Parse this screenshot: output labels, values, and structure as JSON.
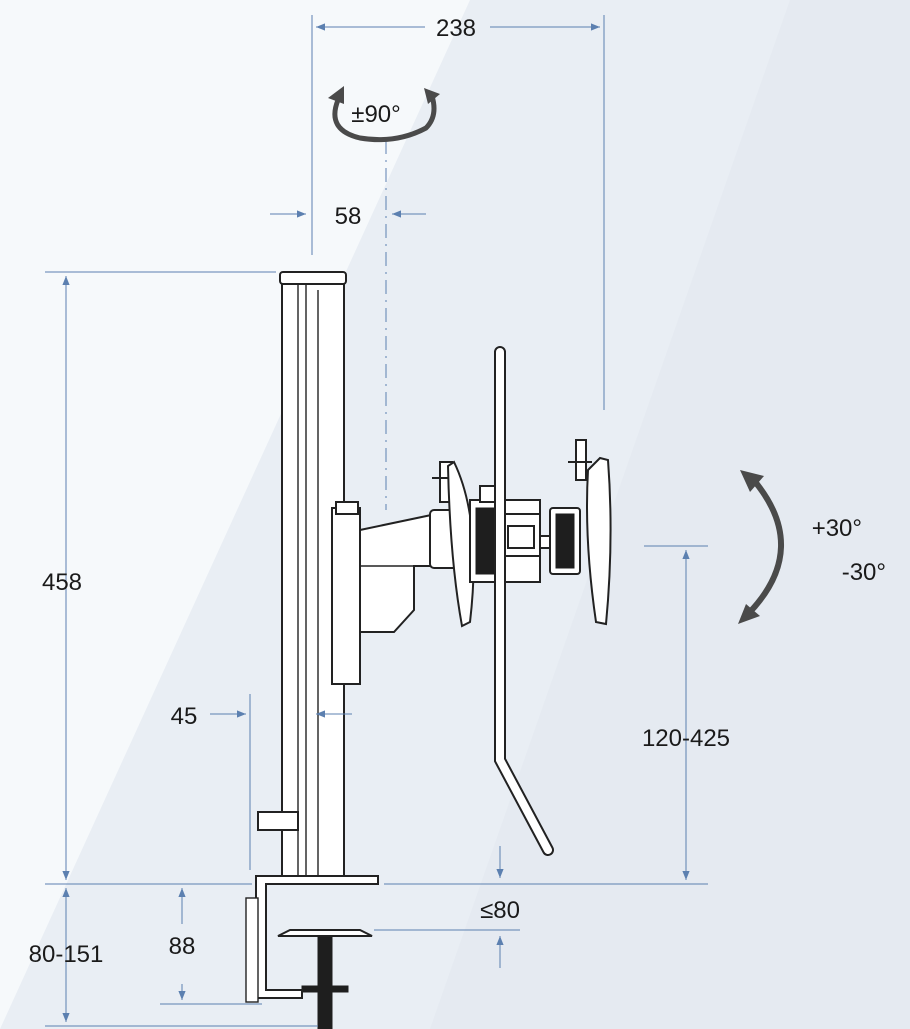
{
  "diagram": {
    "colors": {
      "background": "#e9eef4",
      "panel_light": "#f6f9fb",
      "dimension_line": "#5c80b0",
      "drawing_stroke": "#222222",
      "rotation_arrow": "#4a4a4a"
    },
    "dimensions": {
      "width_total": "238",
      "swivel": "±90°",
      "arm_offset": "58",
      "pole_height": "458",
      "tilt_up": "+30°",
      "tilt_down": "-30°",
      "pole_depth": "45",
      "height_range": "120-425",
      "desk_clearance": "≤80",
      "clamp_range": "80-151",
      "clamp_depth": "88"
    },
    "icons": [
      "swivel-arrow-icon",
      "tilt-arrow-icon"
    ]
  }
}
